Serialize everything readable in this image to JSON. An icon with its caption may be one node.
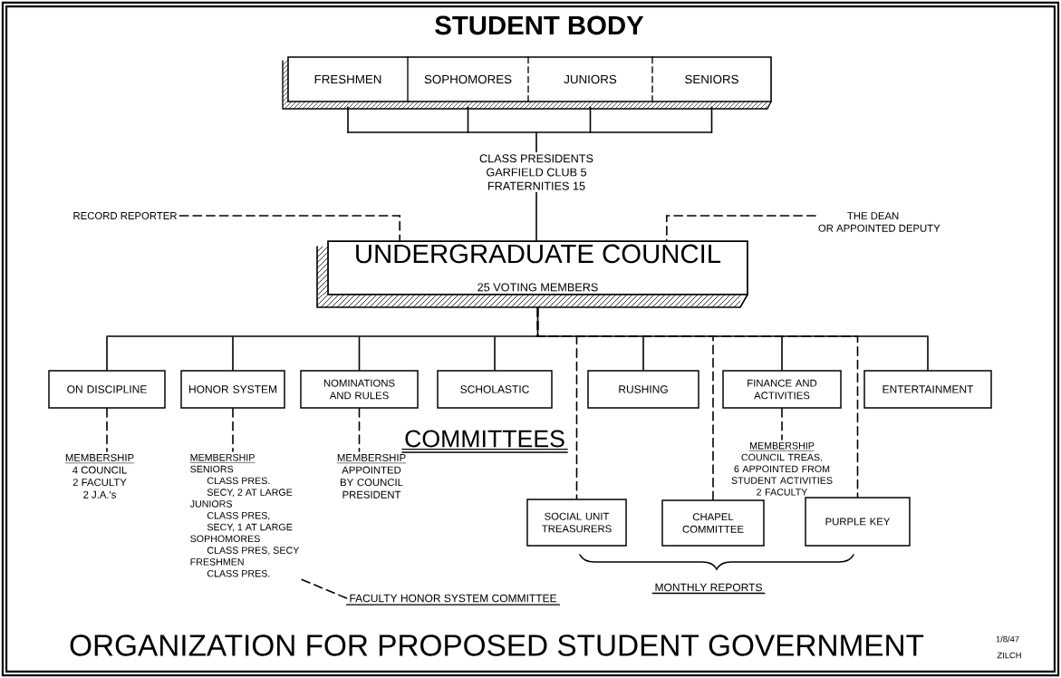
{
  "diagram": {
    "title": "ORGANIZATION FOR PROPOSED STUDENT GOVERNMENT",
    "nodes": [
      {
        "text": [
          "STUDENT BODY"
        ]
      },
      {
        "text": [
          "FRESHMEN"
        ],
        "in": 0
      },
      {
        "text": [
          "SOPHOMORES"
        ],
        "in": 0
      },
      {
        "text": [
          "JUNIORS"
        ],
        "in": 0
      },
      {
        "text": [
          "SENIORS"
        ],
        "in": 0
      },
      {
        "text": [
          "CLASS PRESIDENTS",
          "GARFIELD CLUB 5",
          "FRATERNITIES 15"
        ]
      },
      {
        "text": [
          "RECORD REPORTER"
        ]
      },
      {
        "text": [
          "THE DEAN",
          "OR APPOINTED DEPUTY"
        ]
      },
      {
        "text": [
          "UNDERGRADUATE COUNCIL",
          "25 VOTING MEMBERS"
        ]
      },
      {
        "text": [
          "ON DISCIPLINE"
        ]
      },
      {
        "text": [
          "HONOR SYSTEM"
        ]
      },
      {
        "text": [
          "NOMINATIONS AND RULES"
        ]
      },
      {
        "text": [
          "SCHOLASTIC"
        ]
      },
      {
        "text": [
          "RUSHING"
        ]
      },
      {
        "text": [
          "FINANCE AND ACTIVITIES"
        ]
      },
      {
        "text": [
          "ENTERTAINMENT"
        ]
      },
      {
        "text": [
          "MEMBERSHIP",
          "4 COUNCIL",
          "2 FACULTY",
          "2 J.A.'s"
        ]
      },
      {
        "text": [
          "MEMBERSHIP",
          "SENIORS",
          "CLASS PRES.",
          "SECY, 2 AT LARGE",
          "JUNIORS",
          "CLASS PRES,",
          "SECY, 1 AT LARGE",
          "SOPHOMORES",
          "CLASS PRES, SECY",
          "FRESHMEN",
          "CLASS PRES."
        ]
      },
      {
        "text": [
          "MEMBERSHIP",
          "APPOINTED BY COUNCIL PRESIDENT"
        ]
      },
      {
        "text": [
          "MEMBERSHIP",
          "COUNCIL TREAS.",
          "6 APPOINTED FROM STUDENT ACTIVITIES",
          "2 FACULTY"
        ]
      },
      {
        "text": [
          "SOCIAL UNIT TREASURERS"
        ]
      },
      {
        "text": [
          "CHAPEL COMMITTEE"
        ]
      },
      {
        "text": [
          "PURPLE KEY"
        ]
      },
      {
        "text": [
          "FACULTY HONOR SYSTEM COMMITTEE"
        ]
      }
    ],
    "edges": [
      {
        "from": 1,
        "to": 5,
        "arrow": "none"
      },
      {
        "from": 2,
        "to": 5,
        "arrow": "none"
      },
      {
        "from": 3,
        "to": 5,
        "arrow": "none"
      },
      {
        "from": 4,
        "to": 5,
        "arrow": "none"
      },
      {
        "from": 5,
        "to": 8,
        "arrow": "none"
      },
      {
        "from": 6,
        "to": 8,
        "arrow": "none",
        "style": "dashed"
      },
      {
        "from": 7,
        "to": 8,
        "arrow": "none",
        "style": "dashed"
      },
      {
        "from": 8,
        "to": 9,
        "arrow": "none"
      },
      {
        "from": 8,
        "to": 10,
        "arrow": "none"
      },
      {
        "from": 8,
        "to": 11,
        "arrow": "none"
      },
      {
        "from": 8,
        "to": 12,
        "arrow": "none"
      },
      {
        "from": 8,
        "to": 13,
        "arrow": "none"
      },
      {
        "from": 8,
        "to": 14,
        "arrow": "none"
      },
      {
        "from": 8,
        "to": 15,
        "arrow": "none"
      },
      {
        "from": 8,
        "to": 20,
        "arrow": "none",
        "style": "dashed"
      },
      {
        "from": 8,
        "to": 21,
        "arrow": "none",
        "style": "dashed"
      },
      {
        "from": 8,
        "to": 22,
        "arrow": "none",
        "style": "dashed"
      },
      {
        "from": 9,
        "to": 16,
        "arrow": "none",
        "style": "dashed"
      },
      {
        "from": 10,
        "to": 17,
        "arrow": "none",
        "style": "dashed"
      },
      {
        "from": 11,
        "to": 18,
        "arrow": "none",
        "style": "dashed"
      },
      {
        "from": 14,
        "to": 19,
        "arrow": "none",
        "style": "dashed"
      },
      {
        "from": 17,
        "to": 23,
        "arrow": "none",
        "style": "dashed"
      }
    ],
    "labels": [
      "COMMITTEES",
      "MONTHLY REPORTS",
      "1/8/47",
      "ZILCH"
    ]
  }
}
